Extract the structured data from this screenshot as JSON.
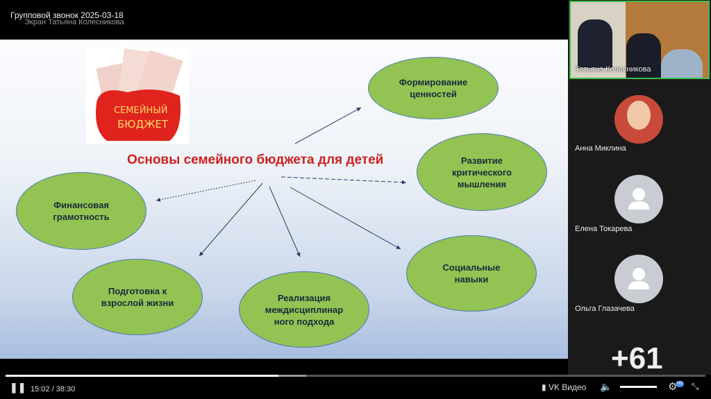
{
  "header": {
    "title": "Групповой звонок 2025-03-18",
    "subtitle": "Экран Татьяна Колесникова"
  },
  "slide": {
    "title": "Основы семейного бюджета для детей",
    "image_text": "Семейный бюджет",
    "ellipses": [
      "Формирование ценностей",
      "Развитие критического мышления",
      "Финансовая грамотность",
      "Подготовка к взрослой жизни",
      "Реализация междисциплинар ного подхода",
      "Социальные навыки"
    ],
    "colors": {
      "ellipse": "#92c353",
      "title": "#d0201f"
    }
  },
  "participants": {
    "active": "Татьяна Колесникова",
    "list": [
      "Анна Миклина",
      "Елена Токарева",
      "Ольга Глазачева"
    ],
    "more": "+61"
  },
  "player": {
    "current": "15:02",
    "duration": "38:30",
    "progress": 0.39,
    "brand": "VK Видео",
    "hd": "HD",
    "volume": 1.0
  }
}
